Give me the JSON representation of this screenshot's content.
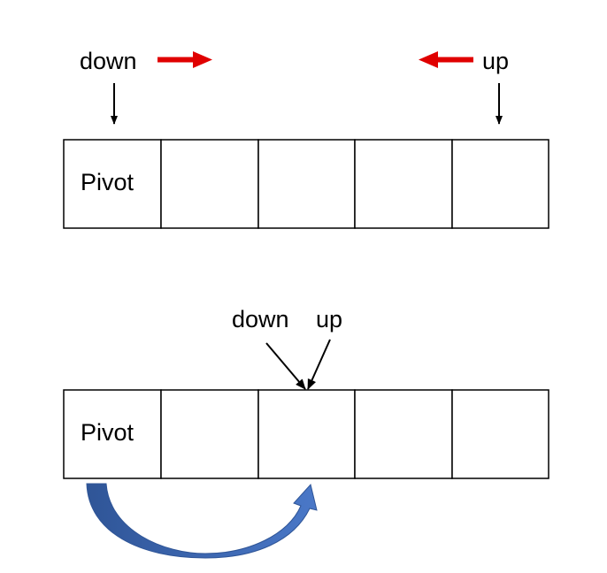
{
  "colors": {
    "cell_border": "#000000",
    "pointer_arrow": "#000000",
    "direction_arrow": "#e00000",
    "swap_arrow_light": "#4a78c8",
    "swap_arrow_dark": "#2f5597"
  },
  "top_array": {
    "cells": [
      "Pivot",
      "",
      "",
      "",
      ""
    ],
    "down_label": "down",
    "up_label": "up"
  },
  "bottom_array": {
    "cells": [
      "Pivot",
      "",
      "",
      "",
      ""
    ],
    "down_label": "down",
    "up_label": "up"
  }
}
